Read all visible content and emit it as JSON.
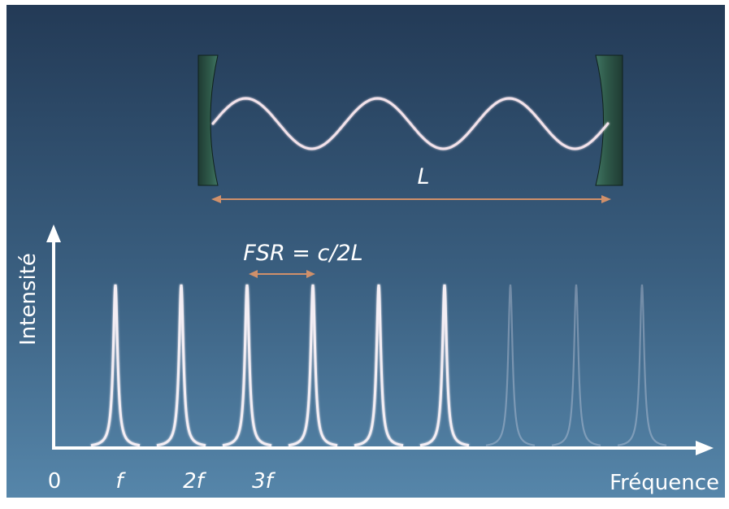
{
  "cavity": {
    "length_label": "L",
    "mirror_color": "#2f5a4a",
    "wave_color": "#f2e2ea",
    "arrow_color": "#d0906a"
  },
  "spectrum": {
    "fsr_label": "FSR = c/2L",
    "y_axis_label": "Intensité",
    "x_axis_label": "Fréquence",
    "tick_labels": [
      "0",
      "f",
      "2f",
      "3f"
    ],
    "peak_count": 9,
    "bright_peaks": 6,
    "background_top": "#243a56",
    "background_bottom": "#5484a8"
  }
}
